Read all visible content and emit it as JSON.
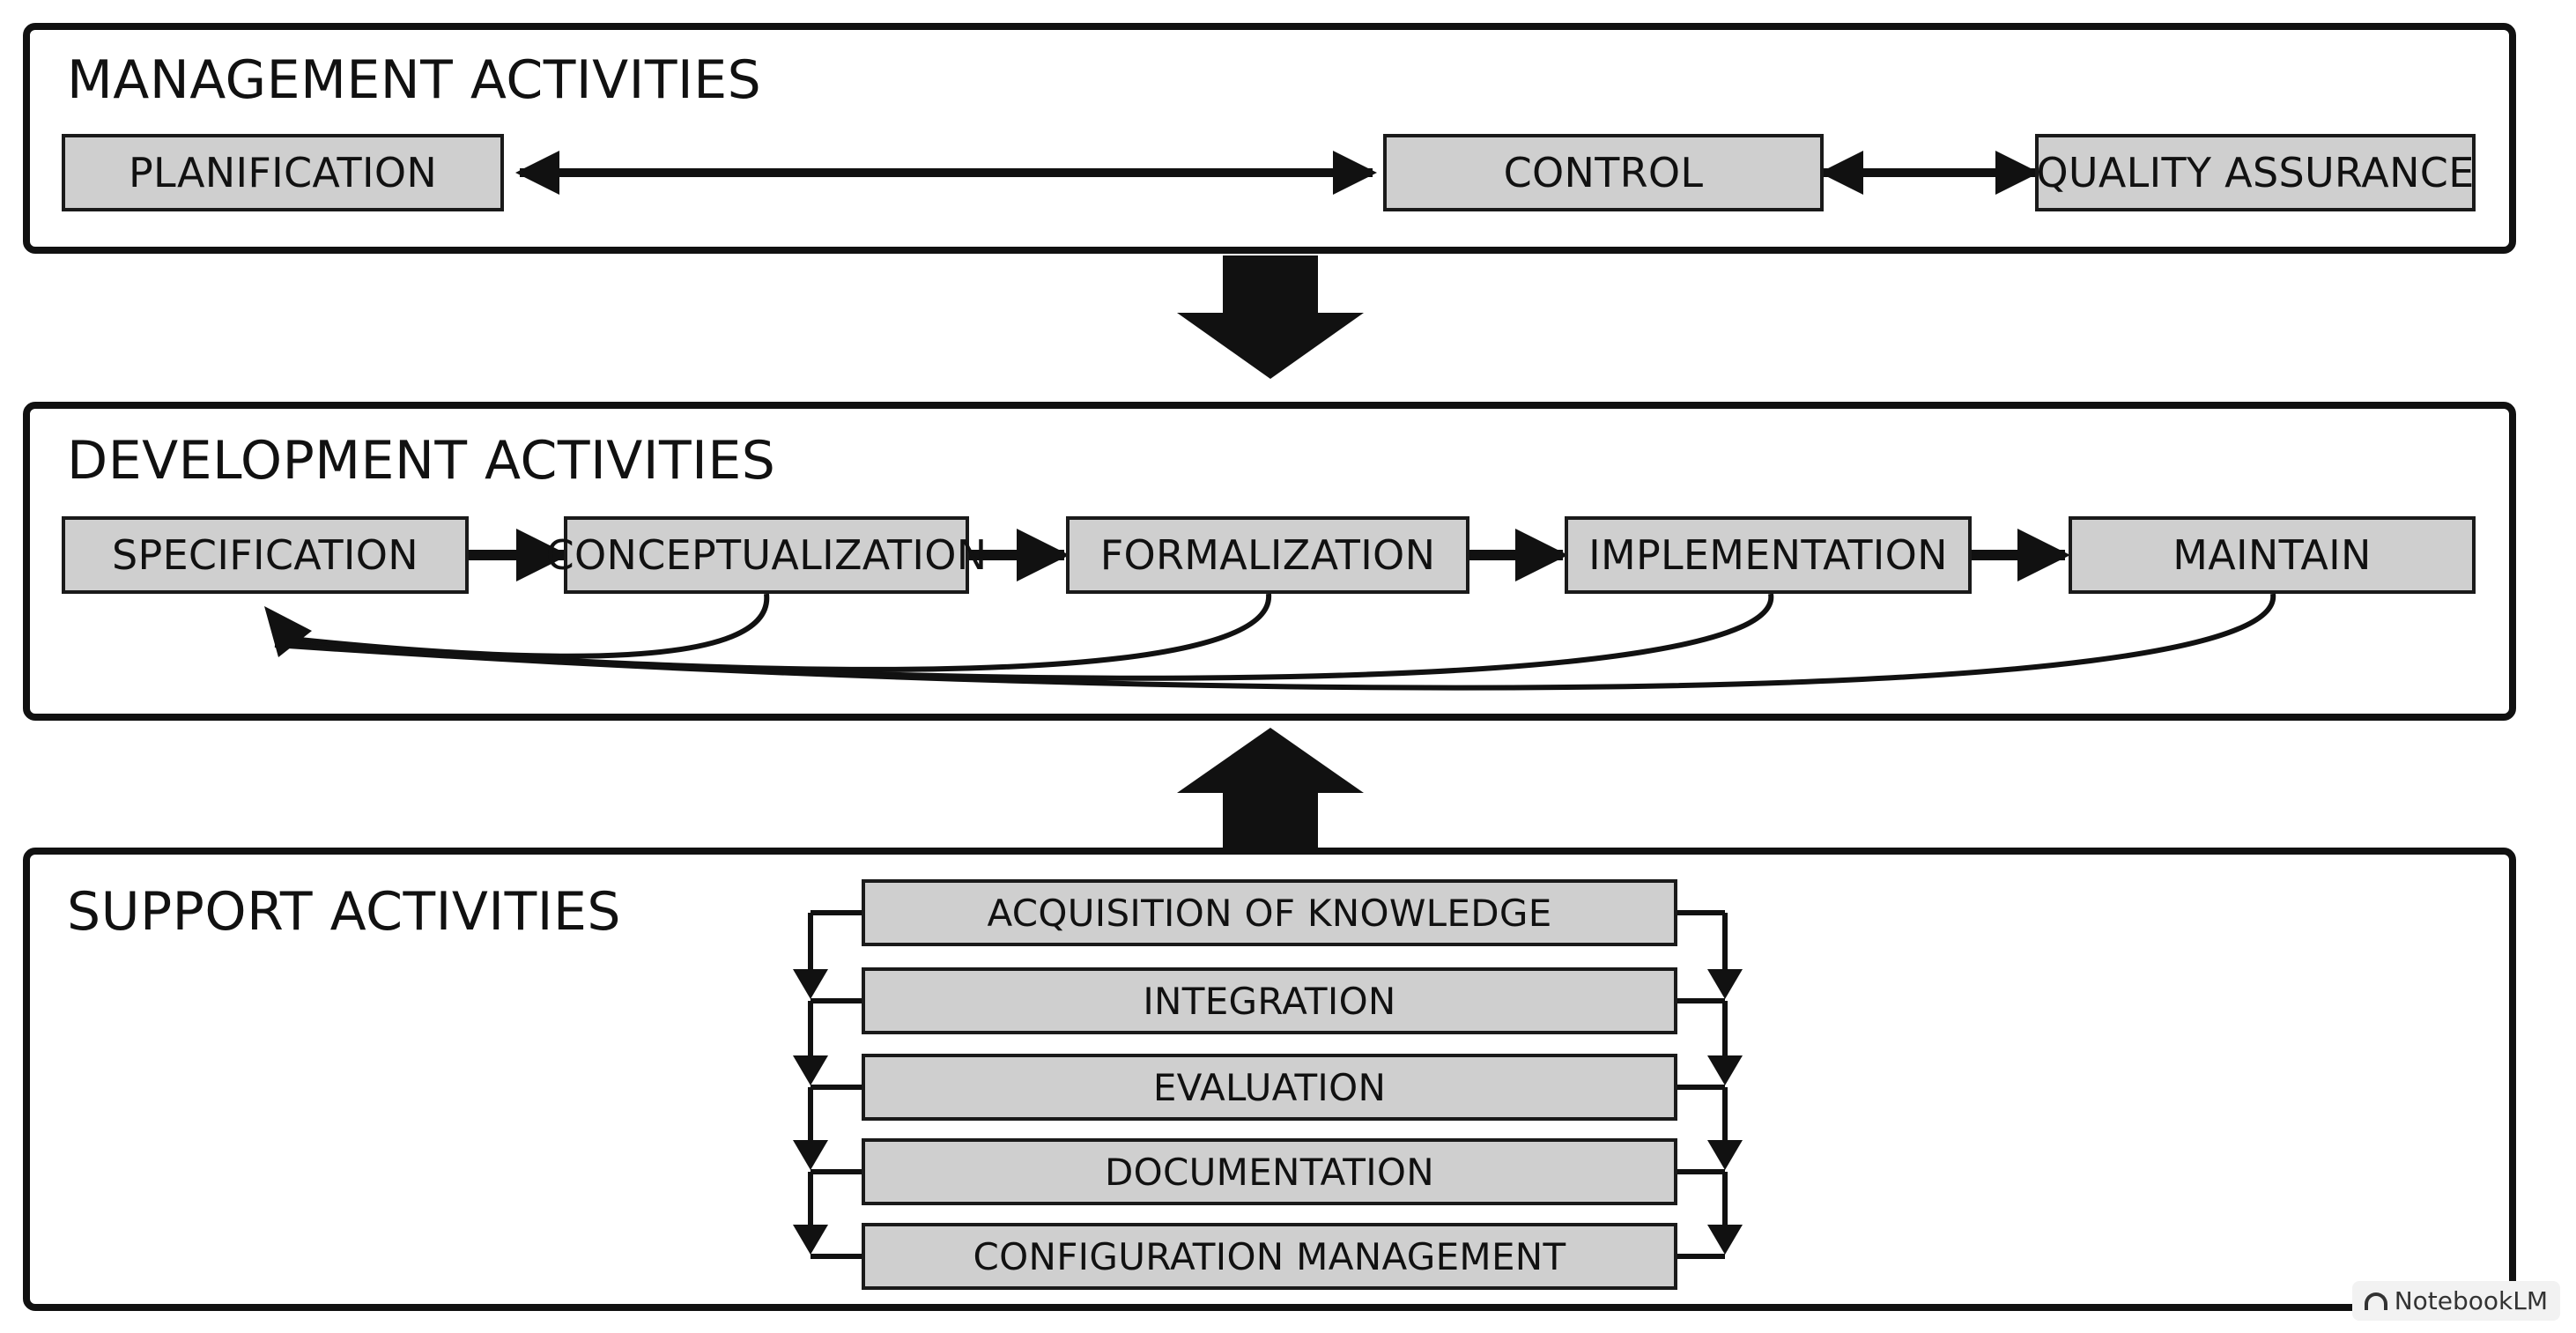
{
  "management": {
    "title": "MANAGEMENT ACTIVITIES",
    "items": [
      "PLANIFICATION",
      "CONTROL",
      "QUALITY ASSURANCE"
    ]
  },
  "development": {
    "title": "DEVELOPMENT ACTIVITIES",
    "items": [
      "SPECIFICATION",
      "CONCEPTUALIZATION",
      "FORMALIZATION",
      "IMPLEMENTATION",
      "MAINTAIN"
    ]
  },
  "support": {
    "title": "SUPPORT ACTIVITIES",
    "items": [
      "ACQUISITION OF KNOWLEDGE",
      "INTEGRATION",
      "EVALUATION",
      "DOCUMENTATION",
      "CONFIGURATION MANAGEMENT"
    ]
  },
  "watermark": "NotebookLM",
  "colors": {
    "box_fill": "#cfcfcf",
    "stroke": "#111111",
    "background": "#ffffff"
  }
}
